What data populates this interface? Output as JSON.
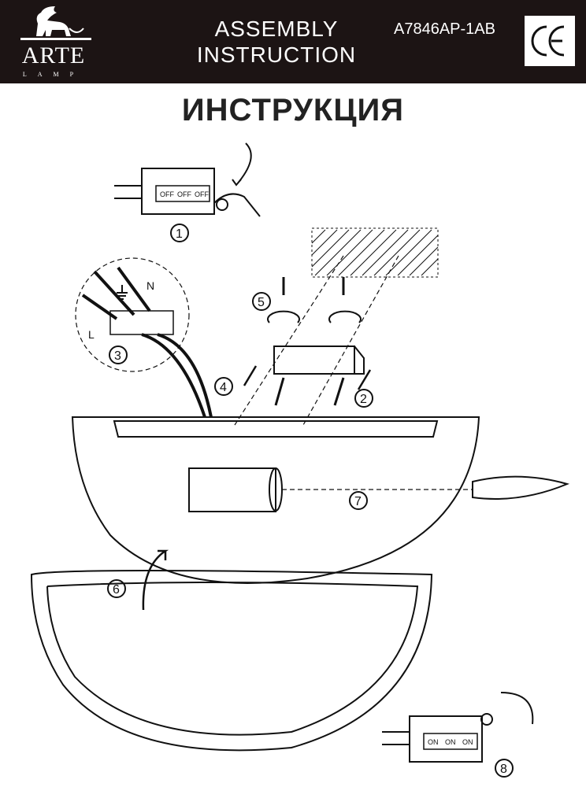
{
  "header": {
    "logo_name": "ARTE",
    "logo_sub": "LAMP",
    "title_line1": "ASSEMBLY",
    "title_line2": "INSTRUCTION",
    "model": "A7846AP-1AB",
    "ce_mark": "CE"
  },
  "title": "ИНСТРУКЦИЯ",
  "steps": [
    "1",
    "2",
    "3",
    "4",
    "5",
    "6",
    "7",
    "8"
  ],
  "switch_off": [
    "OFF",
    "OFF",
    "OFF"
  ],
  "switch_on": [
    "ON",
    "ON",
    "ON"
  ],
  "wire_labels": {
    "live": "L",
    "neutral": "N"
  },
  "colors": {
    "header_bg": "#1c1414",
    "ink": "#111111"
  }
}
